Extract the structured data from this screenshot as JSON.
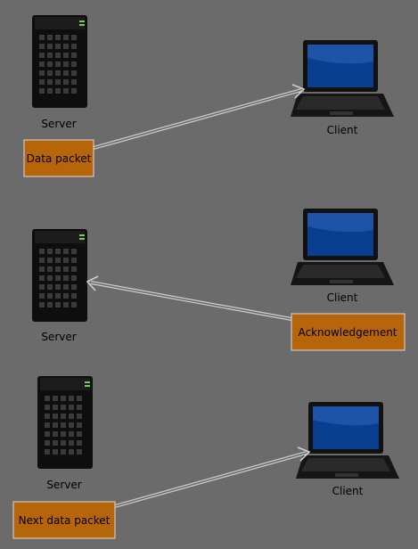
{
  "colors": {
    "background": "#6b6b6b",
    "packet_box_fill": "#b7650b",
    "packet_box_stroke": "#d9d9d9",
    "arrow": "#d0d0d0",
    "server_body": "#111111",
    "screen_blue": "#0a3f8f"
  },
  "steps": [
    {
      "server_label": "Server",
      "client_label": "Client",
      "message_label": "Data packet",
      "direction": "server-to-client"
    },
    {
      "server_label": "Server",
      "client_label": "Client",
      "message_label": "Acknowledgement",
      "direction": "client-to-server"
    },
    {
      "server_label": "Server",
      "client_label": "Client",
      "message_label": "Next data packet",
      "direction": "server-to-client"
    }
  ]
}
